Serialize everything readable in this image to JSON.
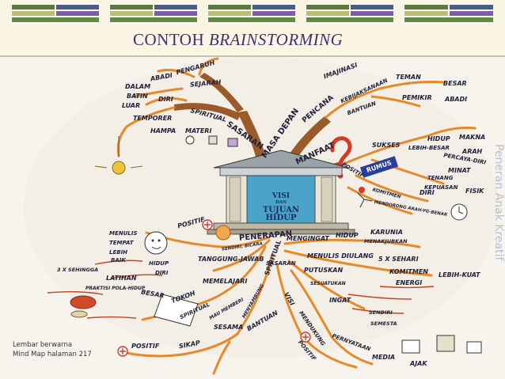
{
  "slide": {
    "title_plain": "CONTOH ",
    "title_italic": "BRAINSTORMING"
  },
  "header": {
    "bar_colors": [
      "#5a7a3d",
      "#4a5a8a",
      "#7b5ea7",
      "#b9bf6e"
    ]
  },
  "mindmap": {
    "center": {
      "line1": "VISI",
      "line2": "DAN",
      "line3": "TUJUAN",
      "line4": "HIDUP"
    },
    "branches": {
      "sasaran": "SASARAN",
      "masa_depan": "MASA DEPAN",
      "pencana": "PENCANA",
      "manfaat": "MANFAAT",
      "penerapan": "PENERAPAN",
      "spiritual": "SPIRITUAL"
    },
    "upper_left": {
      "pengaruh": "PENGARUH",
      "abadi": "ABADI",
      "sejarah": "SEJARAH",
      "dalam": "DALAM",
      "batin": "BATIN",
      "luar": "LUAR",
      "diri": "DIRI",
      "spiritual": "SPIRITUAL",
      "temporer": "TEMPORER",
      "hampa": "HAMPA",
      "materi": "MATERI"
    },
    "upper_right": {
      "imajinasi": "IMAJINASI",
      "kebijaksanaan": "KEBIJAKSANAAN",
      "bantuan": "BANTUAN",
      "teman": "TEMAN",
      "besar": "BESAR",
      "pemikir": "PEMIKIR",
      "abadi": "ABADI",
      "sukses": "SUKSES",
      "lebih_besar": "LEBIH-BESAR",
      "hidup": "HIDUP",
      "makna": "MAKNA",
      "arah": "ARAH",
      "percaya_diri": "PERCAYA-DIRI",
      "minat": "MINAT",
      "tenang": "TENANG",
      "kepuasan": "KEPUASAN",
      "fisik": "FISIK",
      "rumus": "RUMUS",
      "positif": "POSITIF",
      "kemitmen": "KOMITMEN",
      "diri": "DIRI",
      "mendorong": "MENDORONG ARAH-YG-BENAR"
    },
    "lower_left": {
      "positif": "POSITIF",
      "menulis": "MENULIS",
      "tempat": "TEMPAT",
      "lebih": "LEBIH",
      "baik": "BAIK",
      "waktu": "3 X SEHINGGA",
      "latihan": "LATIHAN",
      "praktisi": "PRAKTISI POLA-HIDUP",
      "hidup": "HIDUP",
      "diri": "DIRI",
      "sendiri": "SENDIRI, BICARA",
      "tanggung_jawab": "TANGGUNG-JAWAB",
      "memelajari": "MEMELAJARI",
      "besar": "BESAR",
      "tokoh": "TOKOH",
      "spiritual": "SPIRITUAL",
      "positif2": "POSITIF",
      "sikap": "SIKAP",
      "sesama": "SESAMA",
      "bantuan": "BANTUAN",
      "mau_memberi": "MAU MEMBERI",
      "menyambung": "MENYAMBUNG"
    },
    "lower_right": {
      "mengingat": "MENGINGAT",
      "hidup": "HIDUP",
      "karunia": "KARUNIA",
      "menakjubkan": "MENAKJUBKAN",
      "menulis_diulang": "MENULIS DIULANG",
      "sehari": "5 X SEHARI",
      "sasaran": "SASARAN",
      "putuskan": "PUTUSKAN",
      "sesuatukan": "SESUATUKAN",
      "komitmen": "KOMITMEN",
      "energi": "ENERGI",
      "lebih_kuat": "LEBIH-KUAT",
      "insert": "INGAT",
      "visi": "VISI",
      "mendukung": "MENDUKUNG",
      "positif": "POSITIF",
      "perwataan": "PERNYATAAN",
      "media": "MEDIA",
      "ajak": "AJAK",
      "sendiri": "SENDIRI",
      "semesta": "SEMESTA"
    },
    "caption_line1": "Lembar berwarna",
    "caption_line2": "Mind Map halaman 217",
    "side_text": "Peneran Anak Kreatif"
  }
}
